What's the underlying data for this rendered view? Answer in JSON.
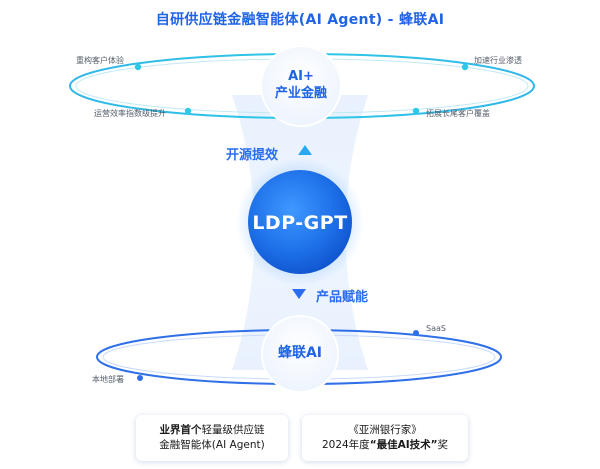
{
  "title": "自研供应链金融智能体(AI Agent) - 蜂联AI",
  "top_orbit": {
    "center_line1": "AI+",
    "center_line2": "产业金融",
    "left_top": "重构客户体验",
    "left_bottom": "运营效率指数级提升",
    "right_top": "加速行业渗透",
    "right_bottom": "拓展长尾客户覆盖"
  },
  "core": {
    "label": "LDP-GPT"
  },
  "flows": {
    "up_label": "开源提效",
    "down_label": "产品赋能"
  },
  "bottom_orbit": {
    "center_label": "蜂联AI",
    "right_label": "SaaS",
    "left_label": "本地部署"
  },
  "cards": {
    "left_bold": "业界首个",
    "left_rest": "轻量级供应链",
    "left_line2": "金融智能体(AI Agent)",
    "right_line1": "《亚洲银行家》",
    "right_prefix": "2024年度",
    "right_bold": "“最佳AI技术”",
    "right_suffix": "奖"
  },
  "colors": {
    "brand_blue": "#1f63e6",
    "accent_cyan": "#2ec9e6",
    "core_blue": "#1d6fe8",
    "flow_blue": "#2a6df0"
  }
}
